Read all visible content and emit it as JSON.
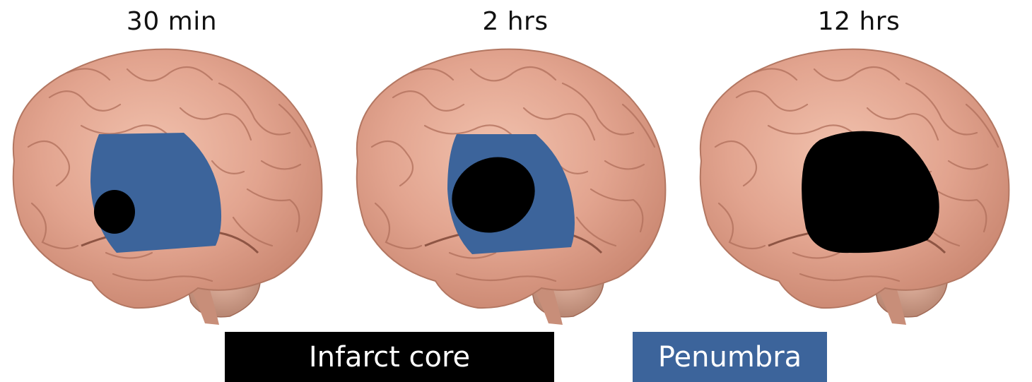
{
  "panels": [
    {
      "time_label": "30 min"
    },
    {
      "time_label": "2 hrs"
    },
    {
      "time_label": "12 hrs"
    }
  ],
  "legend": {
    "core_label": "Infarct core",
    "penumbra_label": "Penumbra"
  },
  "colors": {
    "infarct_core": "#000000",
    "penumbra": "#3c649b",
    "brain_tissue": "#e2a48f"
  }
}
